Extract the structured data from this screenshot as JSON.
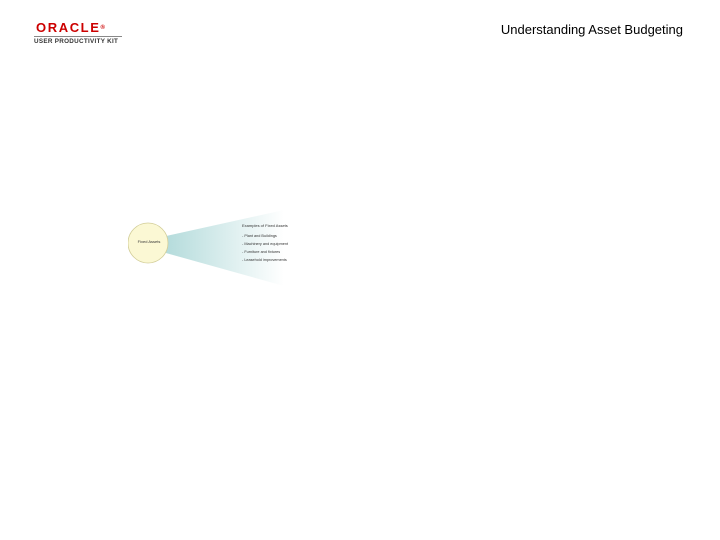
{
  "header": {
    "logo": {
      "brand": "ORACLE",
      "product": "USER PRODUCTIVITY KIT"
    },
    "title": "Understanding Asset Budgeting"
  },
  "diagram": {
    "center_label": "Fixed Assets",
    "examples_title": "Examples of Fixed Assets",
    "examples": [
      "- Plant and Buildings",
      "- Machinery and equipment",
      "- Furniture and fixtures",
      "- Leasehold improvements"
    ],
    "colors": {
      "circle_fill": "#fbf8d4",
      "circle_stroke": "#d2cd98",
      "cone_start": "#a9d6d6",
      "cone_end": "#ffffff"
    }
  }
}
